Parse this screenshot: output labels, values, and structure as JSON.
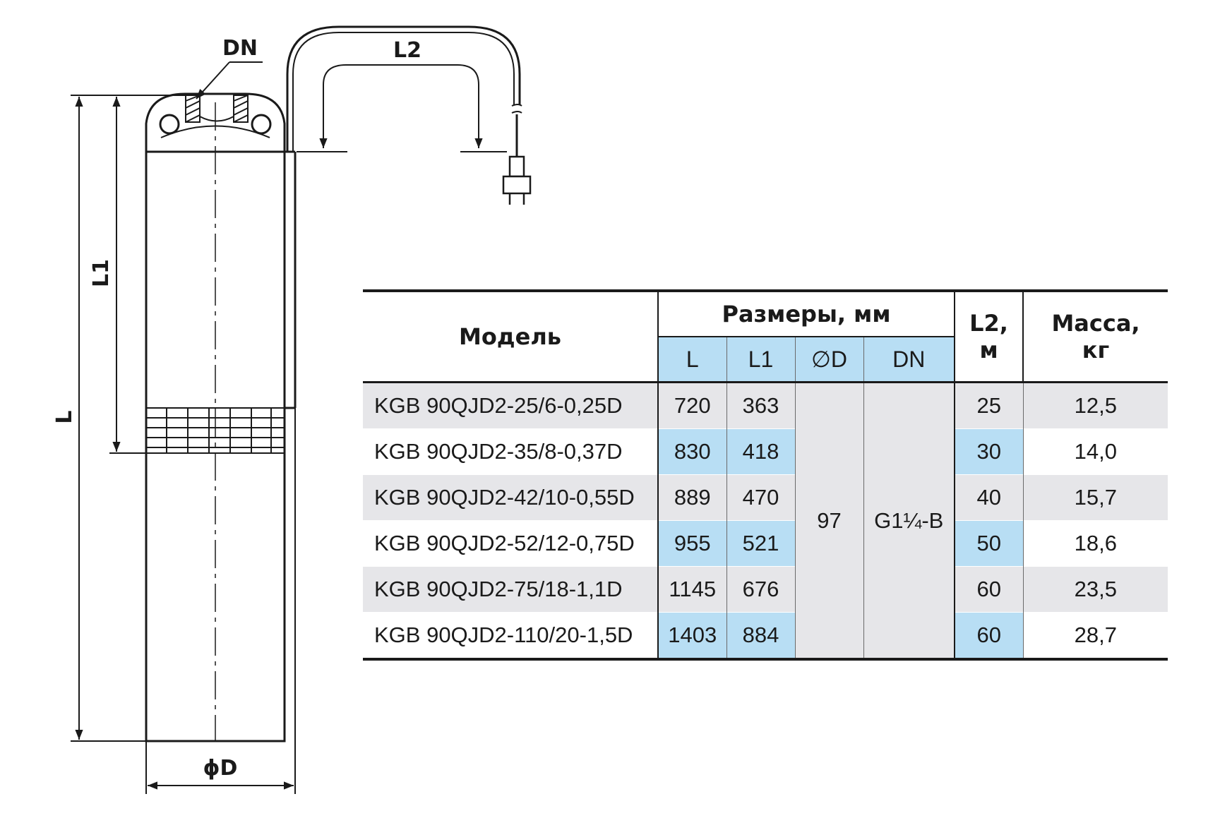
{
  "drawing": {
    "labels": {
      "dn": "DN",
      "l2": "L2",
      "l1": "L1",
      "l": "L",
      "diameter": "ϕD"
    }
  },
  "table": {
    "header": {
      "model": "Модель",
      "dimensions": "Размеры, мм",
      "l2_line1": "L2,",
      "l2_line2": "м",
      "mass_line1": "Масса,",
      "mass_line2": "кг"
    },
    "subheaders": {
      "l": "L",
      "l1": "L1",
      "d": "∅D",
      "dn": "DN"
    },
    "shared": {
      "d": "97",
      "dn": "G1¼-B"
    },
    "rows": [
      {
        "model": "KGB 90QJD2-25/6-0,25D",
        "l": "720",
        "l1": "363",
        "l2": "25",
        "mass": "12,5"
      },
      {
        "model": "KGB 90QJD2-35/8-0,37D",
        "l": "830",
        "l1": "418",
        "l2": "30",
        "mass": "14,0"
      },
      {
        "model": "KGB 90QJD2-42/10-0,55D",
        "l": "889",
        "l1": "470",
        "l2": "40",
        "mass": "15,7"
      },
      {
        "model": "KGB 90QJD2-52/12-0,75D",
        "l": "955",
        "l1": "521",
        "l2": "50",
        "mass": "18,6"
      },
      {
        "model": "KGB 90QJD2-75/18-1,1D",
        "l": "1145",
        "l1": "676",
        "l2": "60",
        "mass": "23,5"
      },
      {
        "model": "KGB 90QJD2-110/20-1,5D",
        "l": "1403",
        "l1": "884",
        "l2": "60",
        "mass": "28,7"
      }
    ]
  }
}
